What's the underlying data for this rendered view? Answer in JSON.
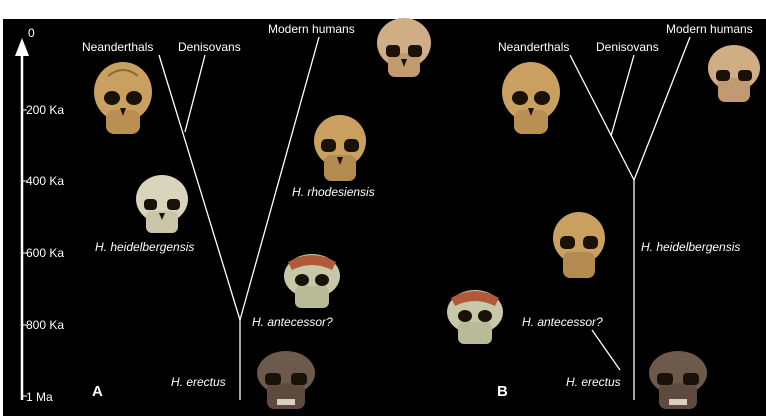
{
  "colors": {
    "background": "#000000",
    "lines": "#ffffff",
    "text": "#ffffff",
    "skull_bone": "#c9a060",
    "skull_pale": "#d9d4bc",
    "skull_green": "#c6c8a8",
    "skull_dark": "#6e5a4c"
  },
  "axis": {
    "arrow_top_label": "0",
    "ticks": [
      "200 Ka",
      "400 Ka",
      "600 Ka",
      "800 Ka",
      "1 Ma"
    ]
  },
  "panel_a": {
    "letter": "A",
    "labels": {
      "neanderthals": "Neanderthals",
      "denisovans": "Denisovans",
      "modern_humans": "Modern humans",
      "rhodesiensis": "H. rhodesiensis",
      "heidelbergensis": "H. heidelbergensis",
      "antecessor": "H. antecessor?",
      "erectus": "H. erectus"
    }
  },
  "panel_b": {
    "letter": "B",
    "labels": {
      "neanderthals": "Neanderthals",
      "denisovans": "Denisovans",
      "modern_humans": "Modern humans",
      "heidelbergensis": "H. heidelbergensis",
      "antecessor": "H. antecessor?",
      "erectus": "H. erectus"
    }
  },
  "skull_icons": [
    "neanderthal-skull",
    "modern-human-skull",
    "rhodesiensis-skull",
    "heidelbergensis-skull",
    "antecessor-skull",
    "erectus-skull"
  ]
}
